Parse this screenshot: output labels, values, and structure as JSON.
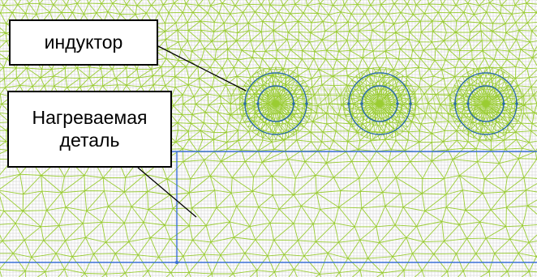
{
  "labels": {
    "inductor": "индуктор",
    "workpiece_line1": "Нагреваемая",
    "workpiece_line2": "деталь"
  },
  "colors": {
    "background": "#ffffff",
    "grid": "#c8c8c8",
    "mesh": "#9acd32",
    "boundary": "#3a6fd8",
    "inductor_ring": "#2b6ca3",
    "text": "#000000",
    "leader": "#000000"
  }
}
